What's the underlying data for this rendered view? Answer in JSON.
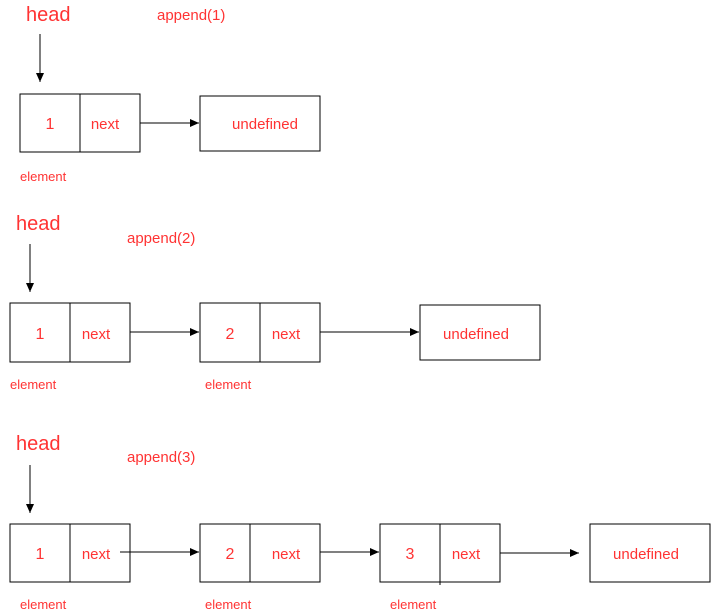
{
  "colors": {
    "text": "#ff3333",
    "stroke": "#000000"
  },
  "labels": {
    "head": "head",
    "next": "next",
    "element": "element",
    "undefined": "undefined"
  },
  "steps": [
    {
      "operation": "append(1)",
      "nodes": [
        {
          "value": "1"
        }
      ]
    },
    {
      "operation": "append(2)",
      "nodes": [
        {
          "value": "1"
        },
        {
          "value": "2"
        }
      ]
    },
    {
      "operation": "append(3)",
      "nodes": [
        {
          "value": "1"
        },
        {
          "value": "2"
        },
        {
          "value": "3"
        }
      ]
    }
  ]
}
